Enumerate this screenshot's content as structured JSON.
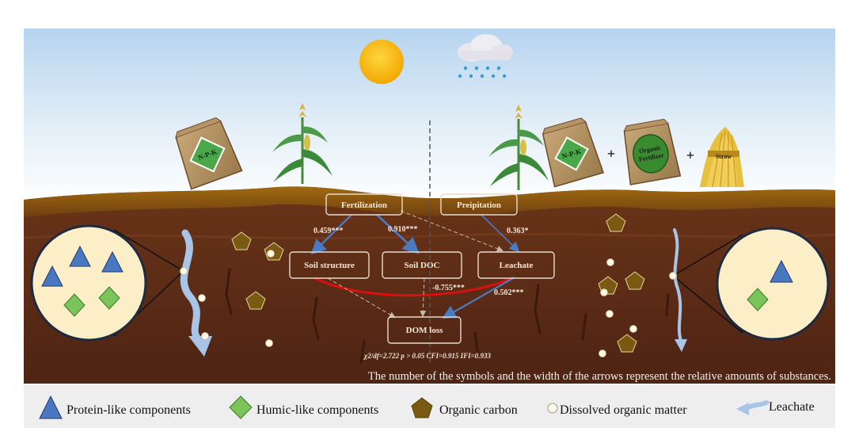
{
  "bags": {
    "left_npk": "N-P-K",
    "right_npk": "N-P-K",
    "organic_line1": "Organic",
    "organic_line2": "Fertilizer",
    "straw": "Straw",
    "plus": "+"
  },
  "model": {
    "nodes": {
      "fertilization": "Fertilization",
      "precipitation": "Preipitation",
      "soil_structure": "Soil structure",
      "soil_doc": "Soil DOC",
      "leachate": "Leachate",
      "dom_loss": "DOM loss"
    },
    "paths": {
      "fert_to_structure": "0.459***",
      "fert_to_doc": "0.910***",
      "precip_to_leachate": "0.363*",
      "structure_leachate": "-0.755***",
      "leachate_to_domloss": "0.502***"
    },
    "fit_stats": "χ2/df=2.722  p > 0.05  CFI=0.915  IFI=0.933"
  },
  "caption": "The number of the symbols and the width of the arrows represent the relative amounts of substances.",
  "legend": {
    "protein": "Protein-like components",
    "humic": "Humic-like components",
    "organic_carbon": "Organic carbon",
    "dom": "Dissolved organic matter",
    "leachate": "Leachate"
  },
  "colors": {
    "sky_top": "#bcd8f0",
    "soil_dark": "#5a2a18",
    "soil_topsoil": "#8a5a10",
    "protein": "#4a78c0",
    "humic": "#7ac45a",
    "organic_carbon": "#7a5a12",
    "dom": "#fff8e0",
    "leachate_arrow": "#a8c4e6",
    "sun": "#f6b400",
    "path_red": "#d81010",
    "path_blue": "#4a7ac0"
  }
}
